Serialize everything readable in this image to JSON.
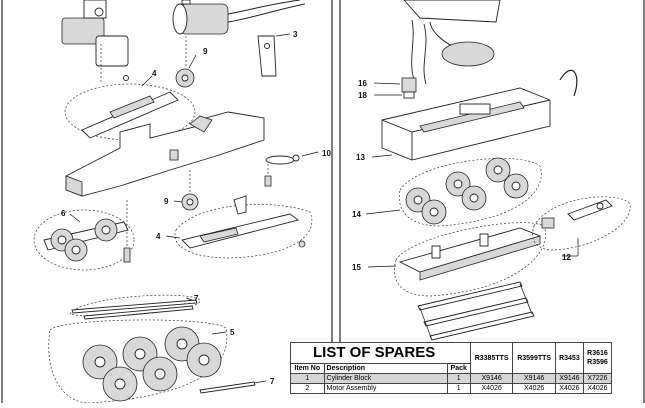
{
  "callouts": {
    "c3": "3",
    "c4a": "4",
    "c4b": "4",
    "c5": "5",
    "c6": "6",
    "c7a": "7",
    "c7b": "7",
    "c9a": "9",
    "c9b": "9",
    "c10": "10",
    "c12": "12",
    "c13": "13",
    "c14": "14",
    "c15": "15",
    "c16": "16",
    "c18": "18"
  },
  "spares": {
    "title": "LIST OF SPARES",
    "col_item": "Item No",
    "col_desc": "Description",
    "col_pack": "Pack",
    "models": [
      "R3385TTS",
      "R3599TTS",
      "R3453",
      "R3616\nR3596"
    ],
    "rows": [
      {
        "item": "1",
        "desc": "Cylinder Block",
        "pack": "1",
        "codes": [
          "X9146",
          "X9146",
          "X9146",
          "X7226"
        ]
      },
      {
        "item": "2",
        "desc": "Motor Assembly",
        "pack": "1",
        "codes": [
          "X4026",
          "X4026",
          "X4026",
          "X4026"
        ]
      }
    ]
  }
}
